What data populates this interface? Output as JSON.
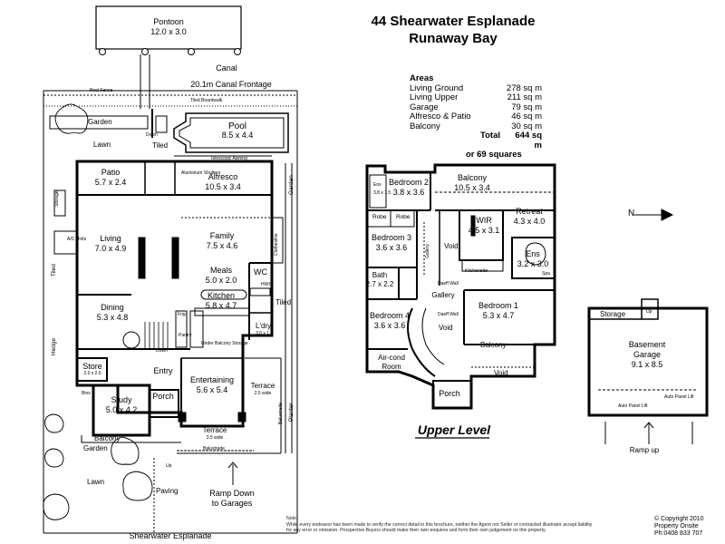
{
  "header": {
    "line1": "44 Shearwater Esplanade",
    "line2": "Runaway Bay"
  },
  "areas": {
    "title": "Areas",
    "rows": [
      {
        "label": "Living Ground",
        "value": "278 sq m"
      },
      {
        "label": "Living Upper",
        "value": "211 sq m"
      },
      {
        "label": "Garage",
        "value": "79 sq m"
      },
      {
        "label": "Alfresco & Patio",
        "value": "46 sq m"
      },
      {
        "label": "Balcony",
        "value": "30 sq m"
      }
    ],
    "total_label": "Total",
    "total_value": "644 sq m",
    "squares": "or 69 squares"
  },
  "ground": {
    "pontoon": {
      "name": "Pontoon",
      "dims": "12.0 x 3.0"
    },
    "canal": "Canal",
    "canal_frontage": "20.1m Canal Frontage",
    "pool_fence": "Pool Fence",
    "tiled_boardwalk": "Tiled Boardwalk",
    "garden": "Garden",
    "lawn": "Lawn",
    "tiled": "Tiled",
    "down": "Down",
    "up": "Up",
    "pool": {
      "name": "Pool",
      "dims": "8.5 x 4.4"
    },
    "telescopic_awning": "Telescopic Awning",
    "aluminium_shutters": "Aluminium Shutters",
    "patio": {
      "name": "Patio",
      "dims": "5.7 x 2.4"
    },
    "alfresco": {
      "name": "Alfresco",
      "dims": "10.5 x 3.4"
    },
    "living": {
      "name": "Living",
      "dims": "7.0 x 4.9"
    },
    "family": {
      "name": "Family",
      "dims": "7.5 x 4.6"
    },
    "meals": {
      "name": "Meals",
      "dims": "5.0 x 2.0"
    },
    "kitchen": {
      "name": "Kitchen",
      "dims": "5.8 x 4.7"
    },
    "dining": {
      "name": "Dining",
      "dims": "5.3 x 4.8"
    },
    "wc": "WC",
    "hws": "HWS",
    "fridge": "Frig",
    "pantry": "Pantry",
    "lndry": {
      "name": "L'dry",
      "dims": "3.0 x 1.9"
    },
    "under_balcony_storage": "Under Balcony Storage",
    "store": {
      "name": "Store",
      "dims": "2.0 x 2.0"
    },
    "entry": "Entry",
    "entertaining": {
      "name": "Entertaining",
      "dims": "5.6 x 5.4"
    },
    "terrace1": {
      "name": "Terrace",
      "dims": "2.5 wide"
    },
    "terrace2": {
      "name": "Terrace",
      "dims": "3.5 wide"
    },
    "study": {
      "name": "Study",
      "dims": "5.0 x 4.2"
    },
    "porch": "Porch",
    "bins": "Bins",
    "balcony": "Balcony",
    "balustrade": "Balustrade",
    "storage": "Storage",
    "ac_units": "A/C Units",
    "hedge": "Hedge",
    "planter": "Planter",
    "clothesline": "Clothesline",
    "paving": "Paving",
    "ramp": {
      "line1": "Ramp Down",
      "line2": "to Garages"
    },
    "street": "Shearwater Esplanade"
  },
  "upper": {
    "balcony": {
      "name": "Balcony",
      "dims": "10.5 x 3.4"
    },
    "bedroom2": {
      "name": "Bedroom 2",
      "dims": "3.8 x 3.6"
    },
    "ens": {
      "name": "Ens",
      "dims": "3.8 x 1.5"
    },
    "robe": "Robe",
    "retreat": {
      "name": "Retreat",
      "dims": "4.3 x 4.0"
    },
    "wir": {
      "name": "WIR",
      "dims": "4.5 x 3.1"
    },
    "bedroom3": {
      "name": "Bedroom 3",
      "dims": "3.6 x 3.6"
    },
    "void": "Void",
    "gallery": "Gallery",
    "ens2": {
      "name": "Ens",
      "dims": "3.2 x 3.0"
    },
    "kitchenette": "Kitchenette",
    "spa": "Spa",
    "bath": {
      "name": "Bath",
      "dims": "2.7 x 2.2"
    },
    "daeff_wall": "Daeff Wall",
    "bedroom4": {
      "name": "Bedroom 4",
      "dims": "3.6 x 3.6"
    },
    "bedroom1": {
      "name": "Bedroom 1",
      "dims": "5.3 x 4.7"
    },
    "aircond": {
      "line1": "Air-cond",
      "line2": "Room"
    },
    "porch": "Porch",
    "level_label": "Upper Level"
  },
  "basement": {
    "name": "Basement",
    "name2": "Garage",
    "dims": "9.1 x 8.5",
    "storage": "Storage",
    "up": "Up",
    "auto_panel_lift": "Auto Panel Lift",
    "ramp_up": "Ramp up"
  },
  "north": "N",
  "note": {
    "title": "Note",
    "line1": "While every endeavor has been made to verify the correct detail in this brochure, neither the Agent nor Seller or contracted illustrator accept liability",
    "line2": "for any error or omission. Prospective Buyers should make their own enquires and form their own judgement on this property."
  },
  "copyright": {
    "line1": "© Copyright 2010",
    "line2": "Property Onsite",
    "line3": "Ph:0408 833 707"
  }
}
